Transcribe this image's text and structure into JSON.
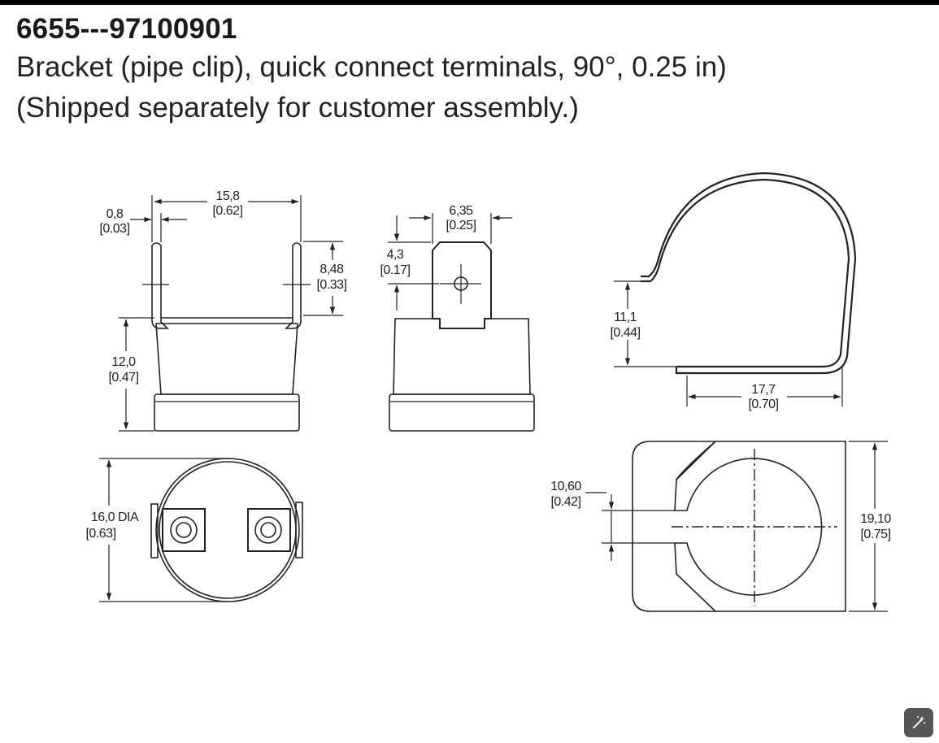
{
  "header": {
    "part_number": "6655---97100901",
    "description_line1": "Bracket (pipe clip), quick connect terminals, 90°, 0.25 in)",
    "description_line2": "(Shipped separately for customer assembly.)"
  },
  "dimensions": {
    "terminal_thickness": "0,8",
    "terminal_thickness_in": "[0.03]",
    "terminal_spacing": "15,8",
    "terminal_spacing_in": "[0.62]",
    "terminal_height": "8,48",
    "terminal_height_in": "[0.33]",
    "body_height": "12,0",
    "body_height_in": "[0.47]",
    "terminal_width": "6,35",
    "terminal_width_in": "[0.25]",
    "hole_offset": "4,3",
    "hole_offset_in": "[0.17]",
    "clip_height": "11,1",
    "clip_height_in": "[0.44]",
    "clip_width": "17,7",
    "clip_width_in": "[0.70]",
    "diameter": "16,0 DIA",
    "diameter_in": "[0.63]",
    "slot_width": "10,60",
    "slot_width_in": "[0.42]",
    "bracket_height": "19,10",
    "bracket_height_in": "[0.75]"
  },
  "toolbar": {
    "icon": "magic-wand-icon"
  }
}
